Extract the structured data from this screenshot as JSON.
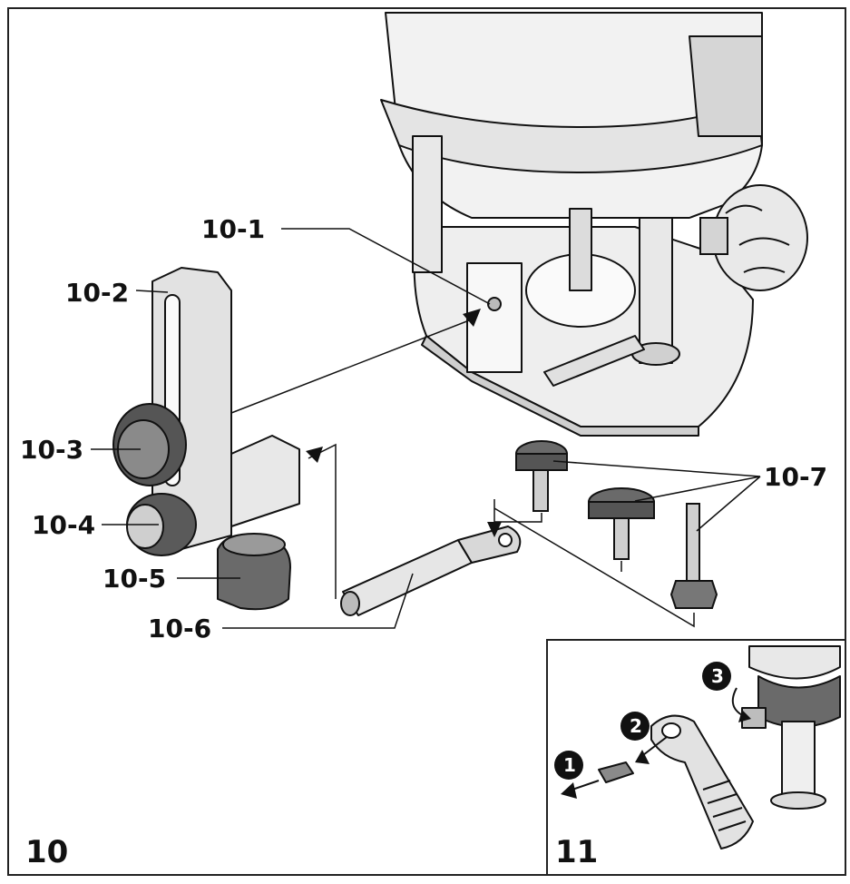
{
  "figures": {
    "main_number": "10",
    "inset_number": "11"
  },
  "callouts": [
    {
      "id": "c1",
      "text": "10-1"
    },
    {
      "id": "c2",
      "text": "10-2"
    },
    {
      "id": "c3",
      "text": "10-3"
    },
    {
      "id": "c4",
      "text": "10-4"
    },
    {
      "id": "c5",
      "text": "10-5"
    },
    {
      "id": "c6",
      "text": "10-6"
    },
    {
      "id": "c7",
      "text": "10-7"
    }
  ],
  "steps": [
    {
      "text": "1"
    },
    {
      "text": "2"
    },
    {
      "text": "3"
    }
  ],
  "colors": {
    "line": "#111111",
    "part_light": "#e6e6e6",
    "part_mid": "#bdbdbd",
    "part_dark": "#5a5a5a",
    "badge": "#111111"
  }
}
